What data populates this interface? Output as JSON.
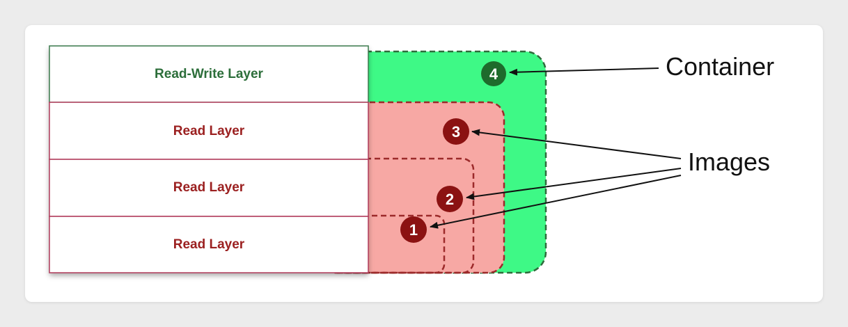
{
  "layers": [
    {
      "label": "Read-Write Layer",
      "kind": "read-write"
    },
    {
      "label": "Read Layer",
      "kind": "read"
    },
    {
      "label": "Read Layer",
      "kind": "read"
    },
    {
      "label": "Read Layer",
      "kind": "read"
    }
  ],
  "badges": [
    {
      "number": "4",
      "color": "#1e6b2c"
    },
    {
      "number": "3",
      "color": "#8b1212"
    },
    {
      "number": "2",
      "color": "#8b1212"
    },
    {
      "number": "1",
      "color": "#8b1212"
    }
  ],
  "callouts": {
    "container": "Container",
    "images": "Images"
  },
  "colors": {
    "container_fill": "#3ef986",
    "container_stroke": "#2f6b3c",
    "image_fill": "#f7a8a4",
    "image_stroke": "#9c2a2a",
    "read_write_text": "#2c6e3a",
    "read_text": "#9b2020",
    "read_write_border": "#3a7a4c",
    "read_border": "#b03a5a"
  }
}
